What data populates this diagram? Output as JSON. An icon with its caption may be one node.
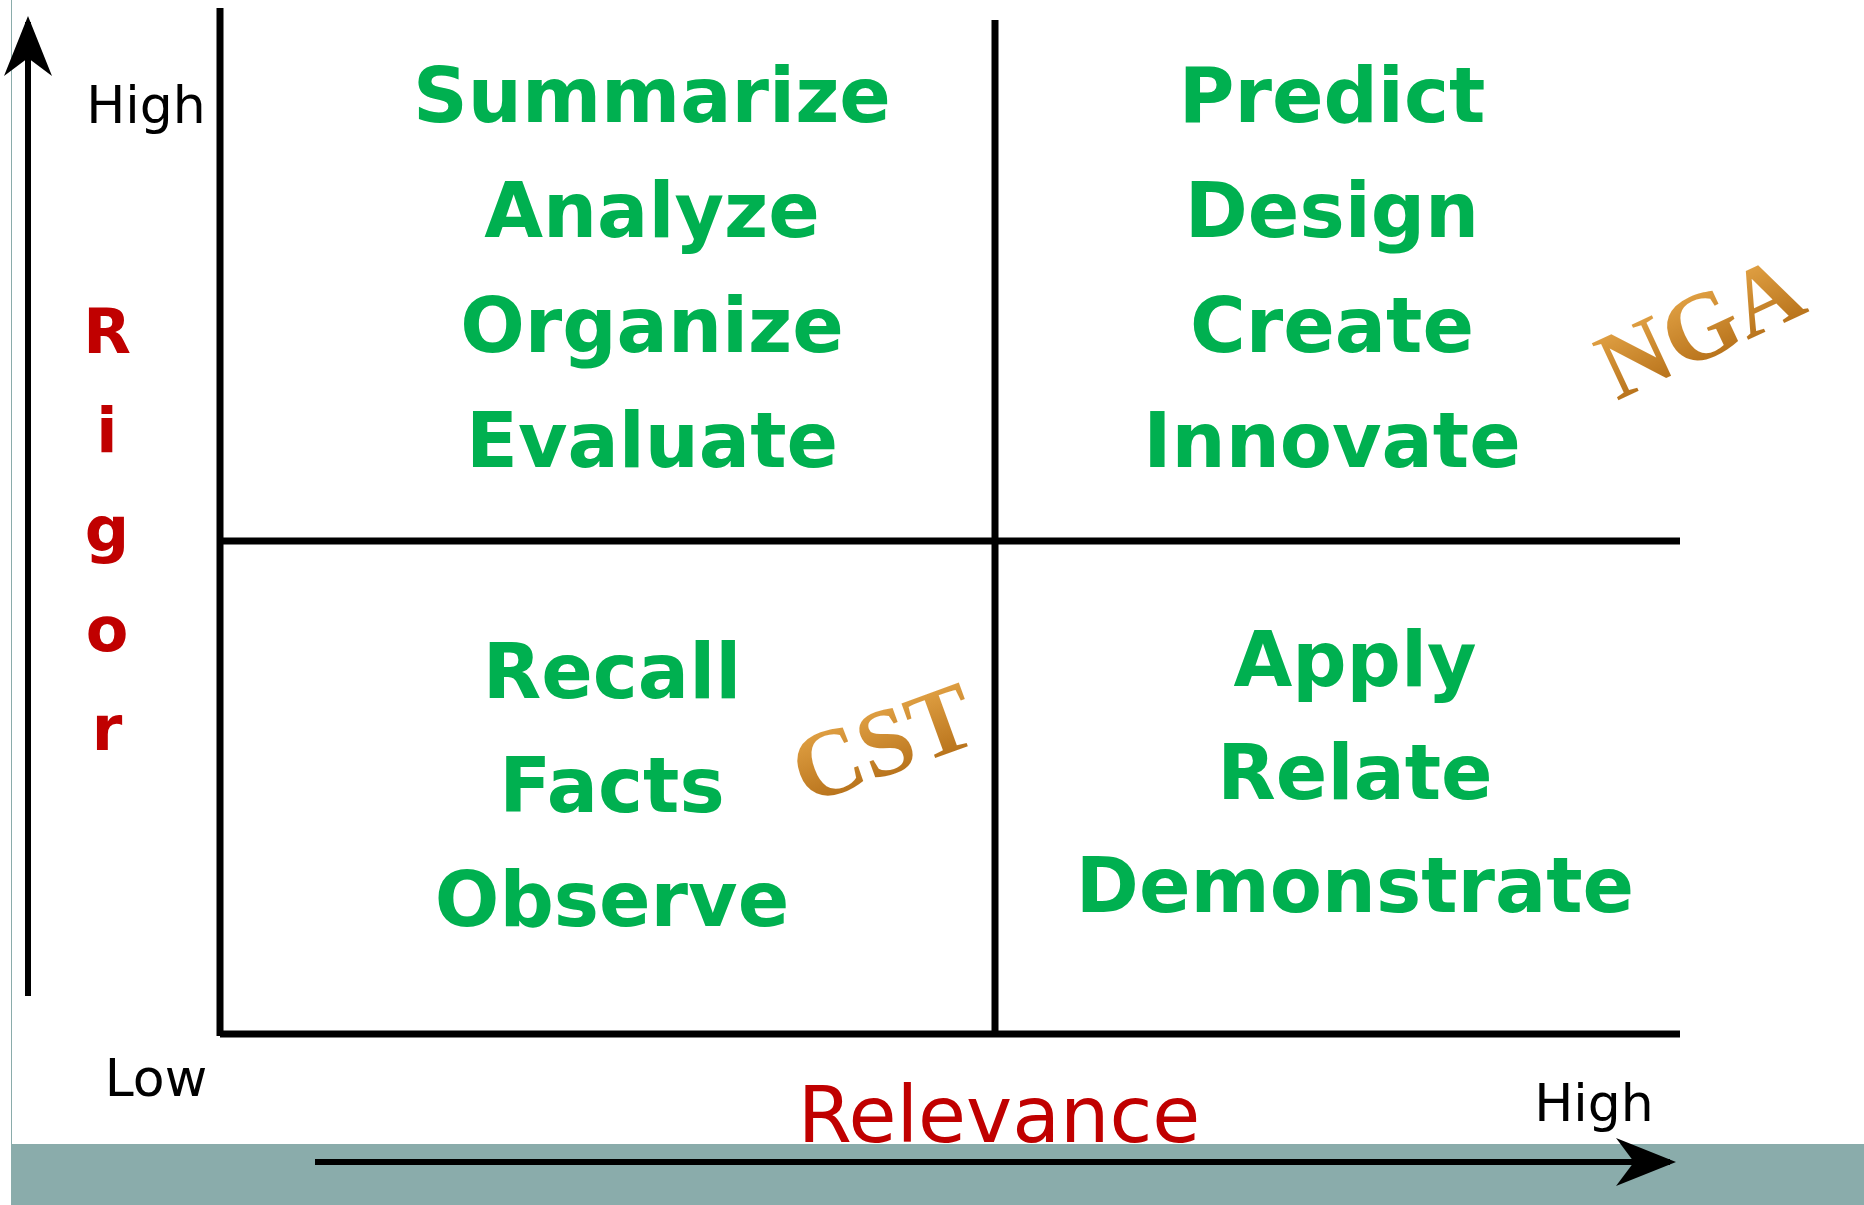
{
  "diagram": {
    "nodes": [
      {
        "text": [
          "Summarize",
          "Analyze",
          "Organize",
          "Evaluate"
        ]
      },
      {
        "text": [
          "Predict",
          "Design",
          "Create",
          "Innovate"
        ]
      },
      {
        "text": [
          "Recall",
          "Facts",
          "Observe"
        ]
      },
      {
        "text": [
          "Apply",
          "Relate",
          "Demonstrate"
        ]
      }
    ],
    "edges": [],
    "labels": [
      "High",
      "Rigor",
      "NGA",
      "CST",
      "Low",
      "Relevance",
      "High"
    ]
  }
}
